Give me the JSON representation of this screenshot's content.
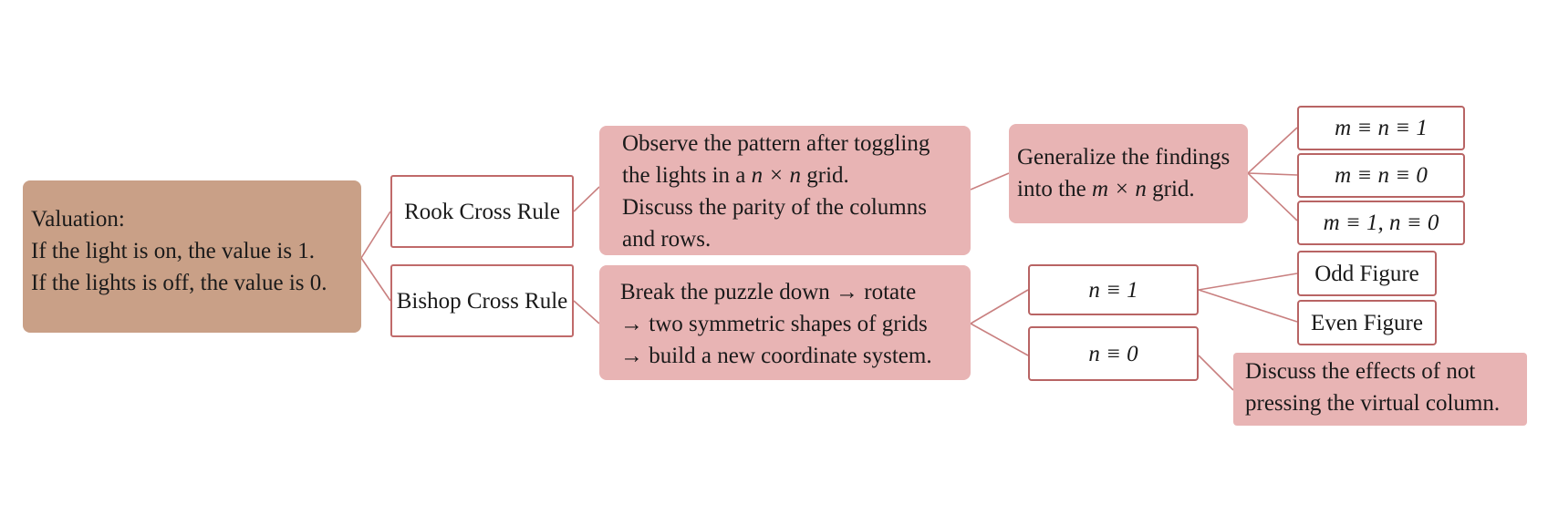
{
  "root": {
    "lines": [
      "Valuation:",
      "If the light is on, the value is 1.",
      "If the lights is off, the value is 0."
    ]
  },
  "rook": {
    "label": "Rook Cross Rule",
    "observe": {
      "l1": "Observe the pattern after toggling",
      "l2_pre": "the lights in a ",
      "l2_math": "n × n",
      "l2_post": " grid.",
      "l3": "Discuss the parity of the columns",
      "l4": "and rows."
    },
    "generalize": {
      "l1": "Generalize the findings",
      "l2_pre": "into the ",
      "l2_math": "m × n",
      "l2_post": " grid."
    },
    "cases": [
      {
        "math": "m ≡ n ≡ 1"
      },
      {
        "math": "m ≡ n ≡ 0"
      },
      {
        "math": "m ≡ 1, n ≡ 0"
      }
    ]
  },
  "bishop": {
    "label": "Bishop Cross Rule",
    "steps": [
      "Break the puzzle down → rotate",
      "→ two symmetric shapes of grids",
      "→ build a new coordinate system."
    ],
    "n_odd": "n ≡ 1",
    "n_even": "n ≡ 0",
    "odd_figure": "Odd Figure",
    "even_figure": "Even Figure",
    "virtual": [
      "Discuss the effects of not",
      "pressing the virtual column."
    ]
  },
  "colors": {
    "root_fill": "#c9a087",
    "pink_fill": "#e8b4b4",
    "border": "#c06a6a",
    "connector": "#c98080"
  }
}
